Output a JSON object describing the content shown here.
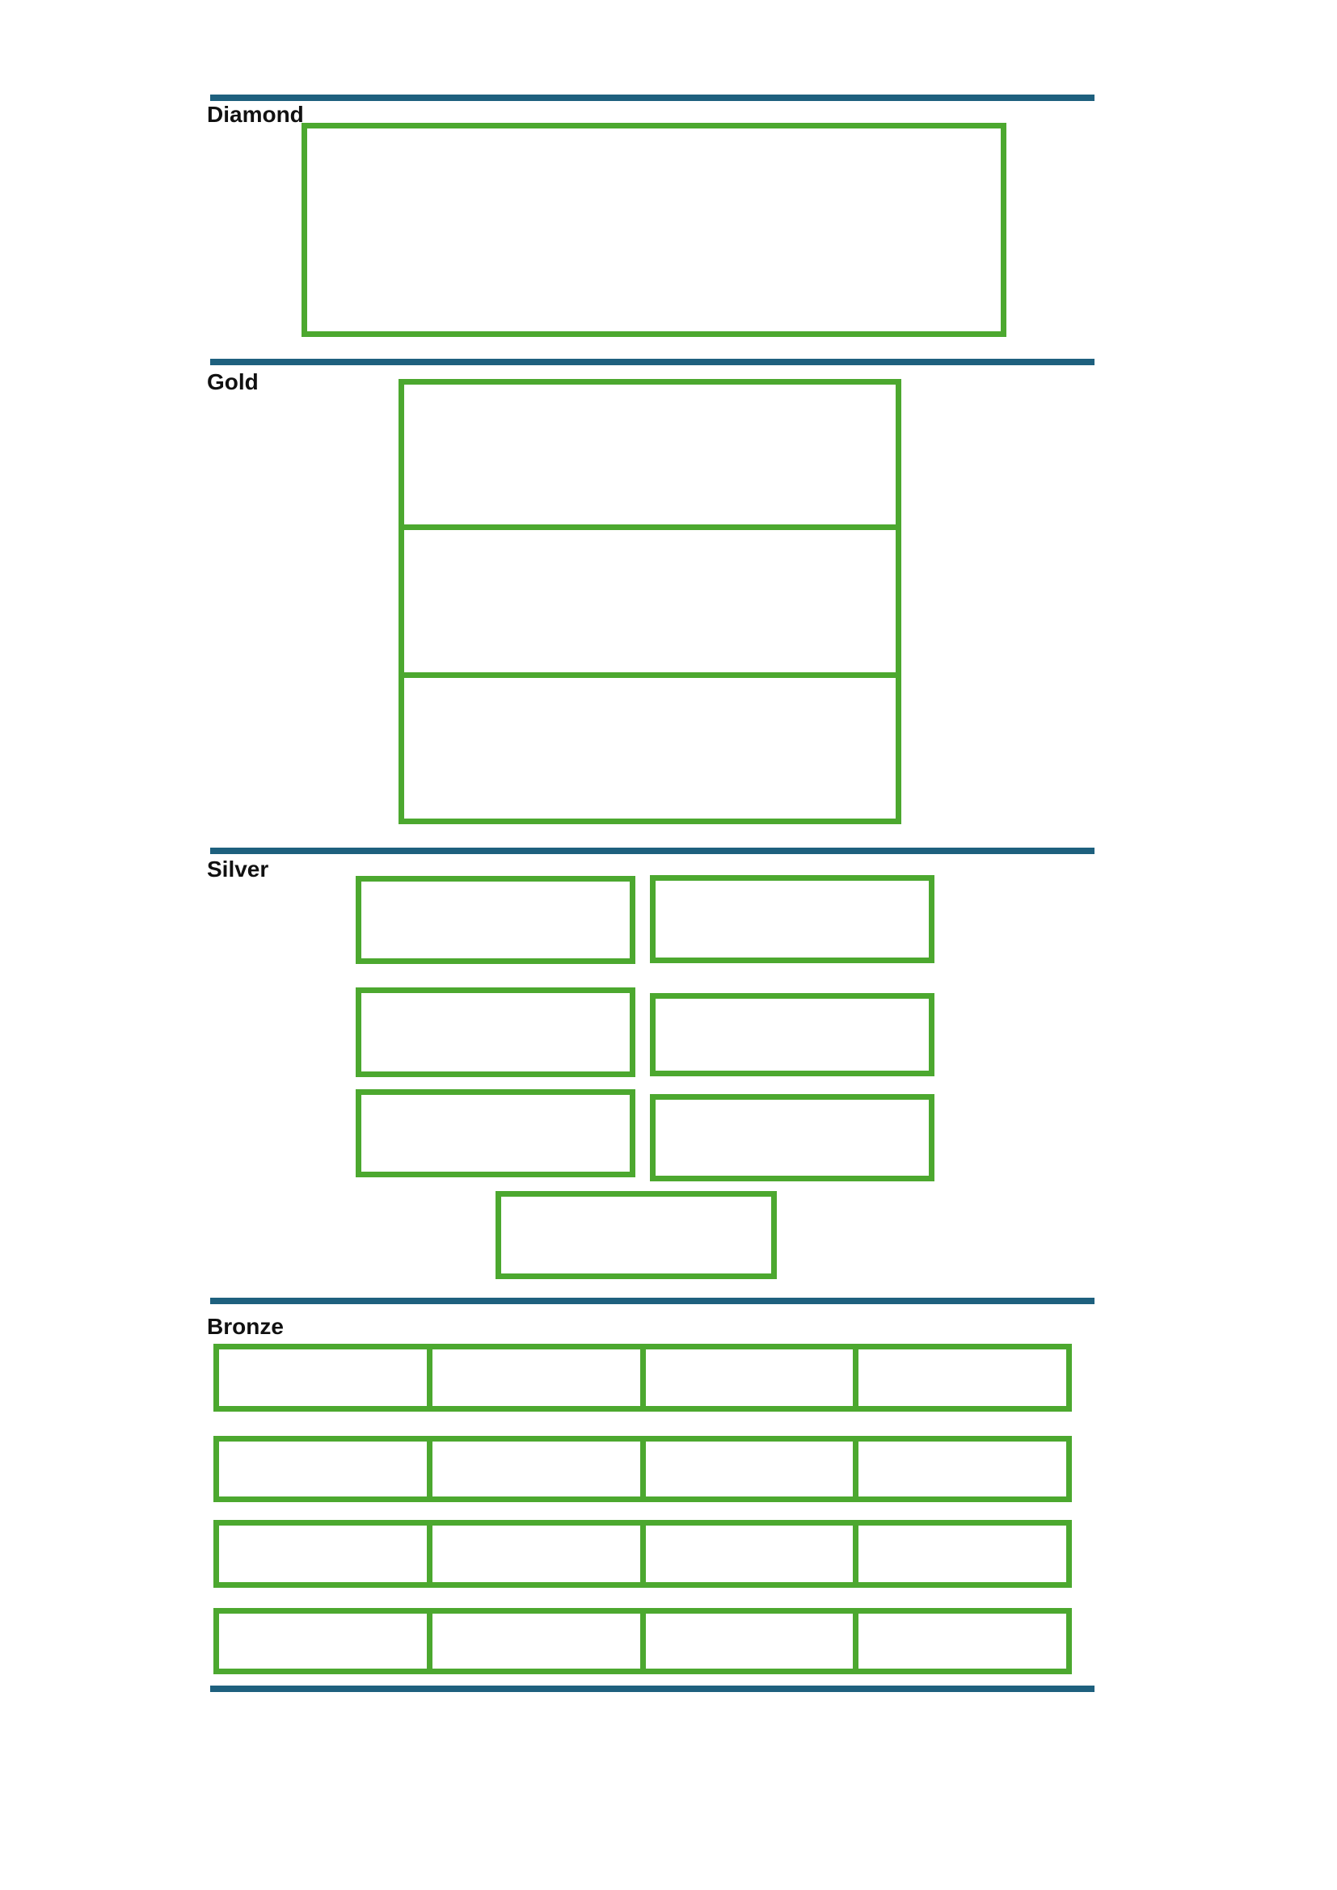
{
  "page": {
    "background_color": "#FFFFFF"
  },
  "colors": {
    "divider_blue": "#1E607E",
    "slot_green": "#4CA82F",
    "heading_text": "#111111",
    "page_background": "#FFFFFF"
  },
  "sections": [
    {
      "id": "diamond",
      "label": "Diamond",
      "slot_count": 1
    },
    {
      "id": "gold",
      "label": "Gold",
      "slot_count": 3
    },
    {
      "id": "silver",
      "label": "Silver",
      "slot_count": 7
    },
    {
      "id": "bronze",
      "label": "Bronze",
      "slot_count": 16
    }
  ]
}
